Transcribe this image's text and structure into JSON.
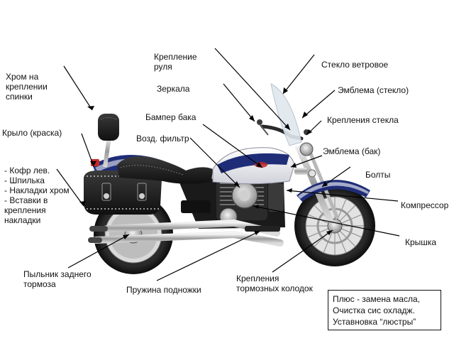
{
  "labels": {
    "chrome_backrest": [
      "Хром на",
      "креплении",
      "спинки"
    ],
    "fender_paint": "Крыло (краска)",
    "left_side": [
      "- Кофр лев.",
      "- Шпилька",
      "- Накладки хром",
      "- Вставки в",
      "крепления",
      "накладки"
    ],
    "handlebar_mount": [
      "Крепление",
      "руля"
    ],
    "mirrors": "Зеркала",
    "tank_bumper": "Бампер бака",
    "air_filter": "Возд. фильтр",
    "windshield_glass": "Стекло ветровое",
    "emblem_glass": "Эмблема (стекло)",
    "glass_mounts": "Крепления стекла",
    "emblem_tank": "Эмблема (бак)",
    "bolts": "Болты",
    "compressor": "Компрессор",
    "cover": "Крышка",
    "rear_brake_dust": [
      "Пыльник заднего",
      "тормоза"
    ],
    "footrest_spring": "Пружина подножки",
    "brake_pad_mounts": [
      "Крепления",
      "тормозных колодок"
    ]
  },
  "note": {
    "lines": [
      "Плюс - замена масла,",
      "Очистка сис охладж.",
      "Уставновка “люстры”"
    ]
  },
  "colors": {
    "pointer": "#000000",
    "frame": "#111111",
    "tank_white": "#ecedf1",
    "tank_blue": "#1f2d78"
  }
}
